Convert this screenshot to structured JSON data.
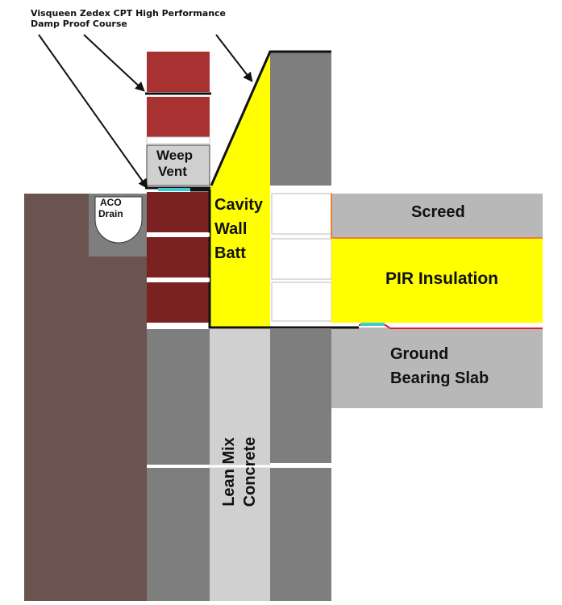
{
  "annotation": {
    "line1": "Visqueen Zedex CPT High Performance",
    "line2": "Damp Proof Course"
  },
  "labels": {
    "weep_line1": "Weep",
    "weep_line2": "Vent",
    "aco_line1": "ACO",
    "aco_line2": "Drain",
    "cavity_line1": "Cavity",
    "cavity_line2": "Wall",
    "cavity_line3": "Batt",
    "screed": "Screed",
    "pir": "PIR Insulation",
    "slab_line1": "Ground",
    "slab_line2": "Bearing Slab",
    "lean_line1": "Lean Mix",
    "lean_line2": "Concrete"
  },
  "colors": {
    "ground": "#6b5350",
    "brick_red": "#a83232",
    "brick_dark": "#7a2222",
    "block_grey": "#7e7e7e",
    "light_grey": "#b8b8b8",
    "concrete_light": "#d0d0d0",
    "insulation_yellow": "#ffff00",
    "dpc_cyan": "#40c8d8",
    "membrane_red": "#e8192c",
    "orange_edge": "#f08030"
  }
}
